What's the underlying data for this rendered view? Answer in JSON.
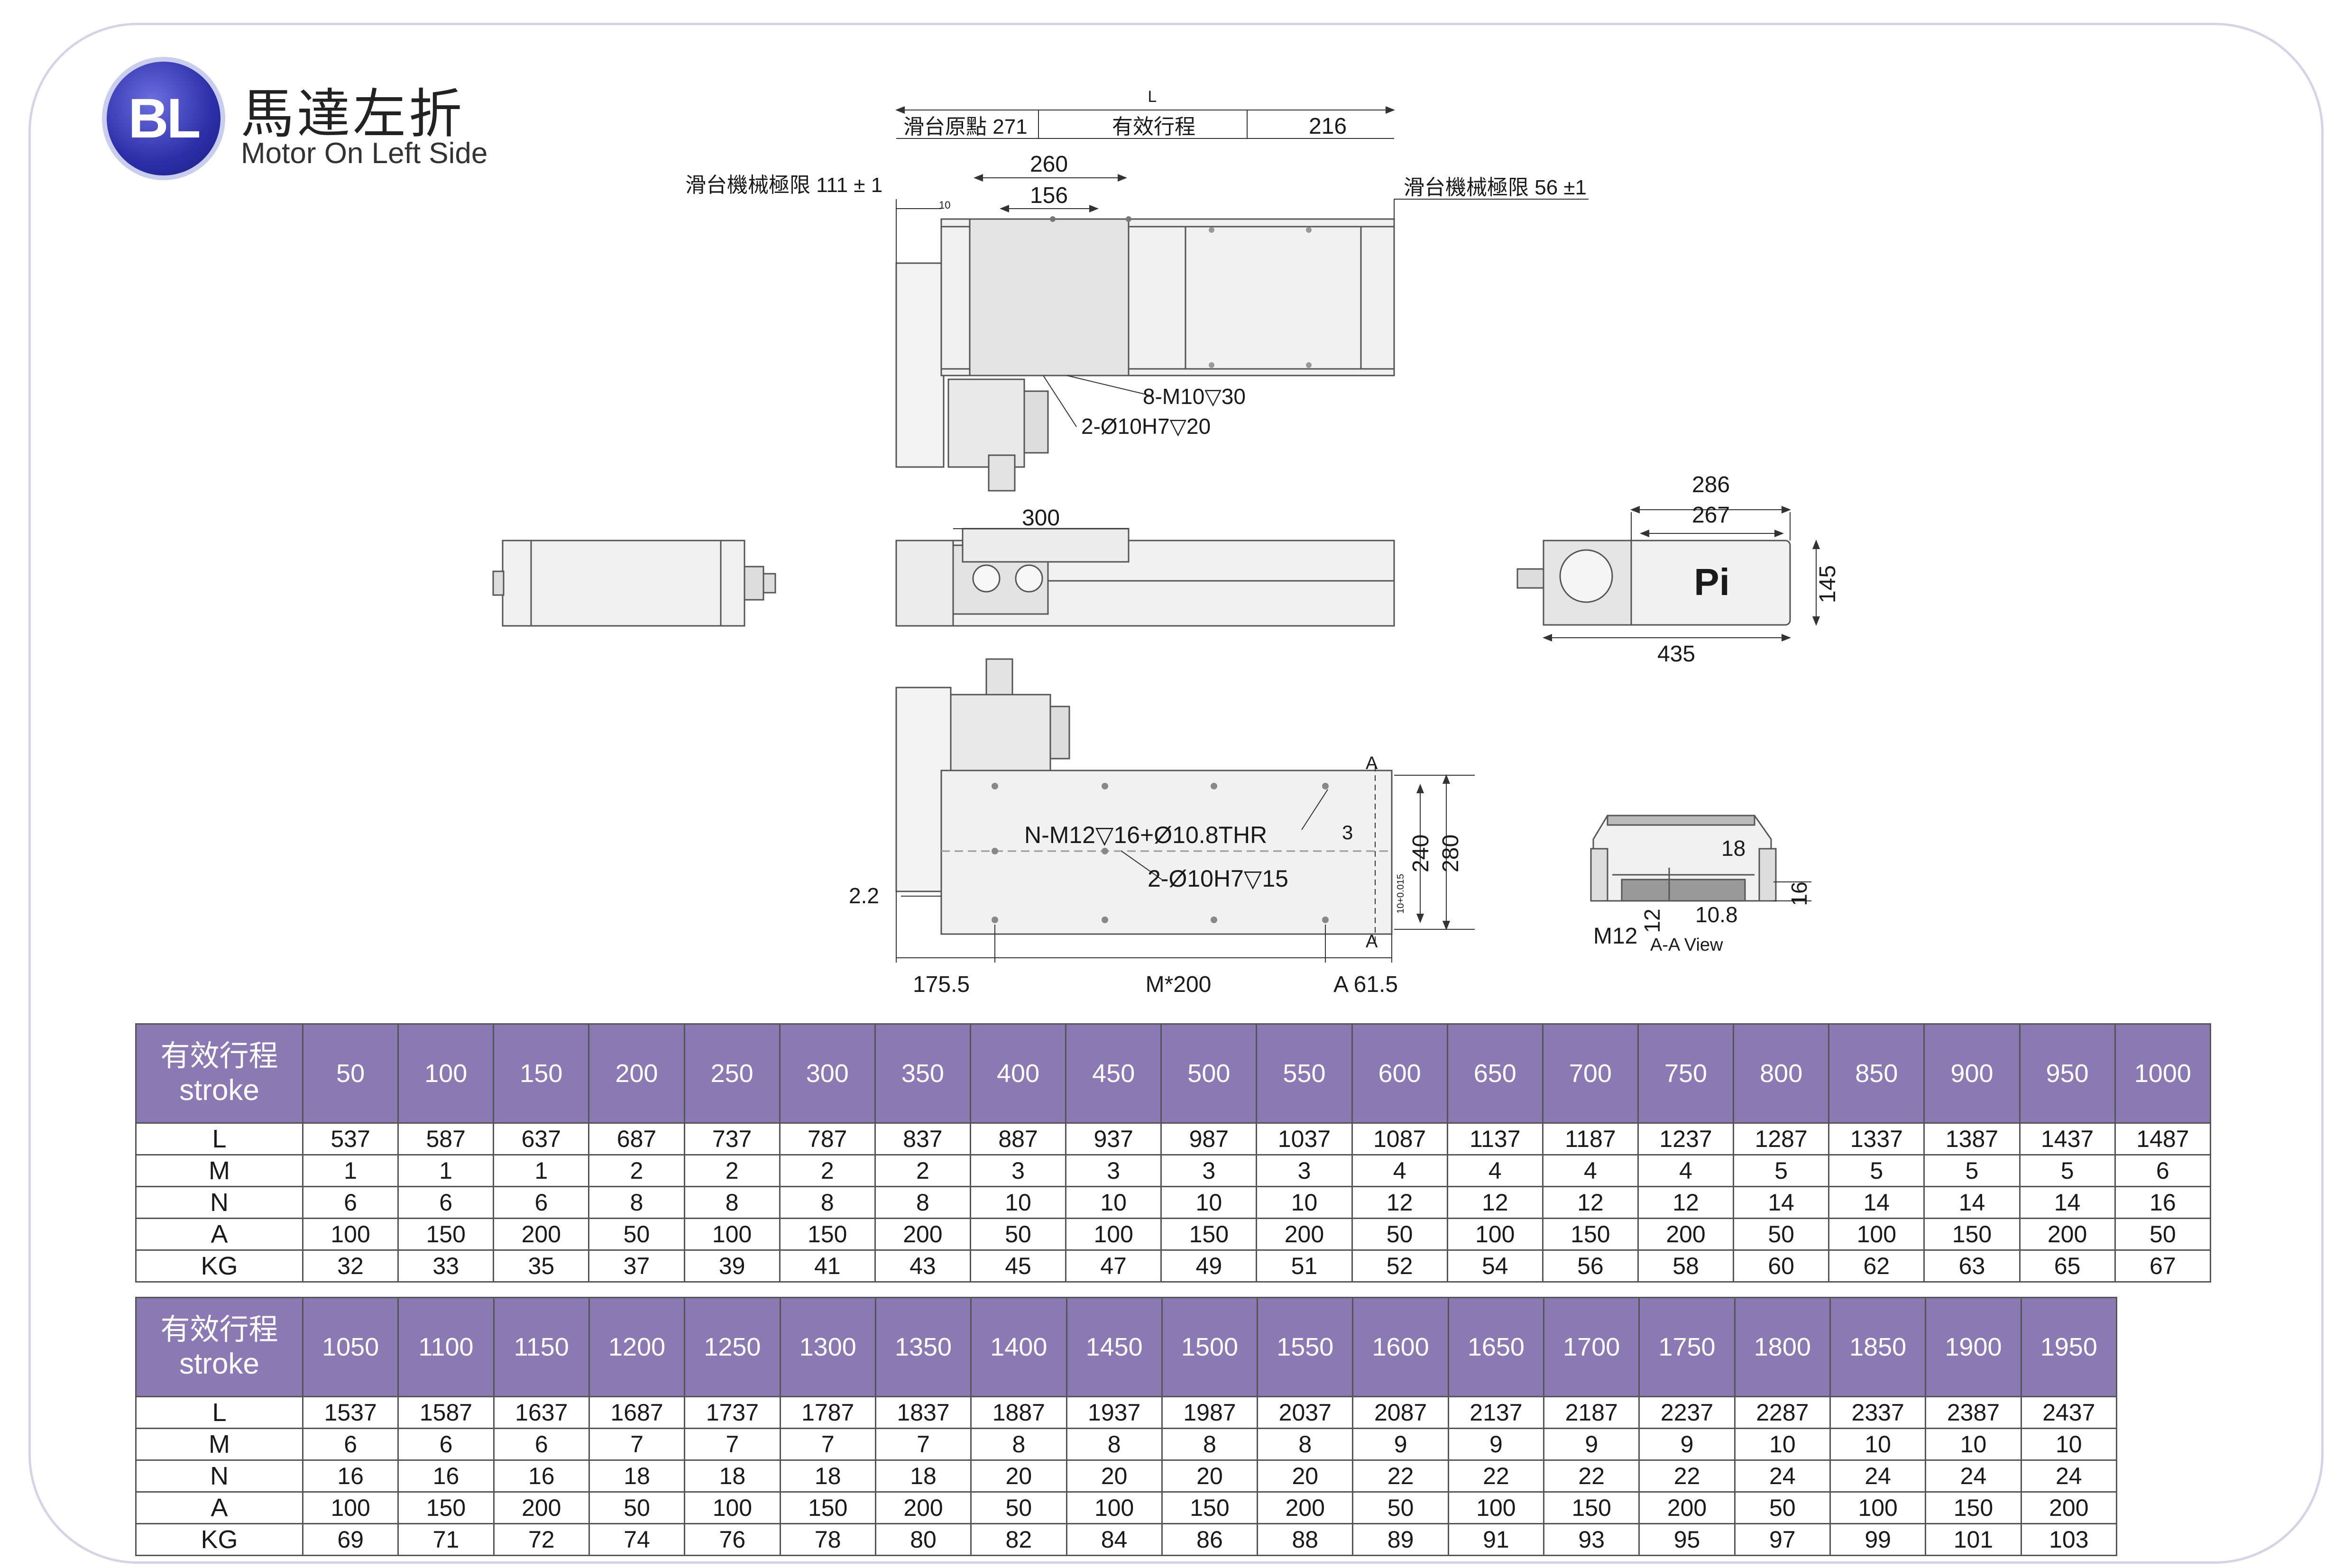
{
  "header": {
    "badge": "BL",
    "title_cn": "馬達左折",
    "title_en": "Motor On Left Side"
  },
  "drawing": {
    "top_view": {
      "dim_L": "L",
      "dim_origin": "滑台原點 271",
      "dim_stroke": "有效行程",
      "dim_216": "216",
      "dim_260": "260",
      "dim_156": "156",
      "dim_10": "10",
      "limit_left": "滑台機械極限 111 ± 1",
      "limit_right": "滑台機械極限 56 ±1",
      "holes_m10": "8-M10▽30",
      "holes_pin": "2-Ø10H7▽20"
    },
    "side_view": {
      "dim_300": "300"
    },
    "end_view": {
      "dim_286": "286",
      "dim_267": "267",
      "dim_145": "145",
      "dim_435": "435",
      "logo": "Pi"
    },
    "bottom_view": {
      "holes_nm12": "N-M12▽16+Ø10.8THR",
      "holes_pin": "2-Ø10H7▽15",
      "dim_3": "3",
      "dim_240": "240",
      "dim_280": "280",
      "dim_2_2": "2.2",
      "dim_175_5": "175.5",
      "dim_m200": "M*200",
      "dim_a615": "A 61.5",
      "section_a_top": "A",
      "section_a_bottom": "A",
      "tol": "10+0.015"
    },
    "section_view": {
      "dim_18": "18",
      "dim_16": "16",
      "dim_12": "12",
      "dim_10_8": "10.8",
      "m12": "M12",
      "title": "A-A View"
    }
  },
  "table1": {
    "header_cn": "有效行程",
    "header_en": "stroke",
    "strokes": [
      "50",
      "100",
      "150",
      "200",
      "250",
      "300",
      "350",
      "400",
      "450",
      "500",
      "550",
      "600",
      "650",
      "700",
      "750",
      "800",
      "850",
      "900",
      "950",
      "1000"
    ],
    "rows": [
      {
        "label": "L",
        "values": [
          "537",
          "587",
          "637",
          "687",
          "737",
          "787",
          "837",
          "887",
          "937",
          "987",
          "1037",
          "1087",
          "1137",
          "1187",
          "1237",
          "1287",
          "1337",
          "1387",
          "1437",
          "1487"
        ]
      },
      {
        "label": "M",
        "values": [
          "1",
          "1",
          "1",
          "2",
          "2",
          "2",
          "2",
          "3",
          "3",
          "3",
          "3",
          "4",
          "4",
          "4",
          "4",
          "5",
          "5",
          "5",
          "5",
          "6"
        ]
      },
      {
        "label": "N",
        "values": [
          "6",
          "6",
          "6",
          "8",
          "8",
          "8",
          "8",
          "10",
          "10",
          "10",
          "10",
          "12",
          "12",
          "12",
          "12",
          "14",
          "14",
          "14",
          "14",
          "16"
        ]
      },
      {
        "label": "A",
        "values": [
          "100",
          "150",
          "200",
          "50",
          "100",
          "150",
          "200",
          "50",
          "100",
          "150",
          "200",
          "50",
          "100",
          "150",
          "200",
          "50",
          "100",
          "150",
          "200",
          "50"
        ]
      },
      {
        "label": "KG",
        "values": [
          "32",
          "33",
          "35",
          "37",
          "39",
          "41",
          "43",
          "45",
          "47",
          "49",
          "51",
          "52",
          "54",
          "56",
          "58",
          "60",
          "62",
          "63",
          "65",
          "67"
        ]
      }
    ]
  },
  "table2": {
    "header_cn": "有效行程",
    "header_en": "stroke",
    "strokes": [
      "1050",
      "1100",
      "1150",
      "1200",
      "1250",
      "1300",
      "1350",
      "1400",
      "1450",
      "1500",
      "1550",
      "1600",
      "1650",
      "1700",
      "1750",
      "1800",
      "1850",
      "1900",
      "1950"
    ],
    "rows": [
      {
        "label": "L",
        "values": [
          "1537",
          "1587",
          "1637",
          "1687",
          "1737",
          "1787",
          "1837",
          "1887",
          "1937",
          "1987",
          "2037",
          "2087",
          "2137",
          "2187",
          "2237",
          "2287",
          "2337",
          "2387",
          "2437"
        ]
      },
      {
        "label": "M",
        "values": [
          "6",
          "6",
          "6",
          "7",
          "7",
          "7",
          "7",
          "8",
          "8",
          "8",
          "8",
          "9",
          "9",
          "9",
          "9",
          "10",
          "10",
          "10",
          "10"
        ]
      },
      {
        "label": "N",
        "values": [
          "16",
          "16",
          "16",
          "18",
          "18",
          "18",
          "18",
          "20",
          "20",
          "20",
          "20",
          "22",
          "22",
          "22",
          "22",
          "24",
          "24",
          "24",
          "24"
        ]
      },
      {
        "label": "A",
        "values": [
          "100",
          "150",
          "200",
          "50",
          "100",
          "150",
          "200",
          "50",
          "100",
          "150",
          "200",
          "50",
          "100",
          "150",
          "200",
          "50",
          "100",
          "150",
          "200"
        ]
      },
      {
        "label": "KG",
        "values": [
          "69",
          "71",
          "72",
          "74",
          "76",
          "78",
          "80",
          "82",
          "84",
          "86",
          "88",
          "89",
          "91",
          "93",
          "95",
          "97",
          "99",
          "101",
          "103"
        ]
      }
    ]
  }
}
